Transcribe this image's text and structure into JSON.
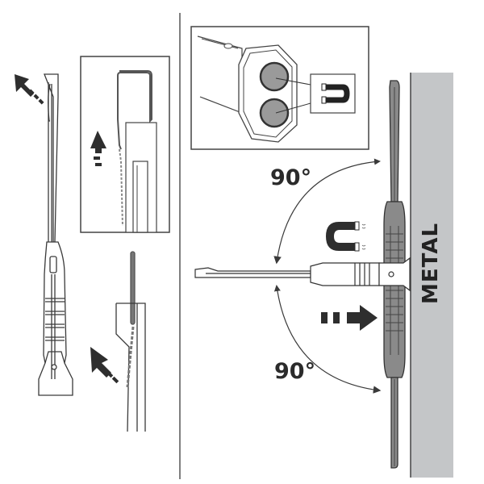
{
  "diagram": {
    "title": "Magnetic work light mounting instructions",
    "left_panel": {
      "description": "Hook unfolding steps",
      "steps": [
        {
          "name": "hook-extended",
          "arrow": "up-left dashed arrow"
        },
        {
          "name": "hook-detail-inset",
          "arrow": "up dashed arrow"
        },
        {
          "name": "hook-fold-detail",
          "arrow": "up-left dashed arrow"
        }
      ]
    },
    "right_panel": {
      "description": "Magnetic base rotation and attachment to metal",
      "inset": {
        "name": "magnet-base-detail",
        "items": [
          "magnet-disc-top",
          "magnet-disc-bottom",
          "horseshoe-magnet"
        ]
      },
      "angle_top": "90°",
      "angle_bottom": "90°",
      "surface_label": "METAL",
      "arrow": "push toward metal"
    },
    "colors": {
      "line": "#3a3a3a",
      "metal": "#c4c6c8",
      "dark_fill": "#2e2e2e",
      "magnet_grey": "#9a9a9a",
      "light_fill": "#ffffff"
    }
  }
}
